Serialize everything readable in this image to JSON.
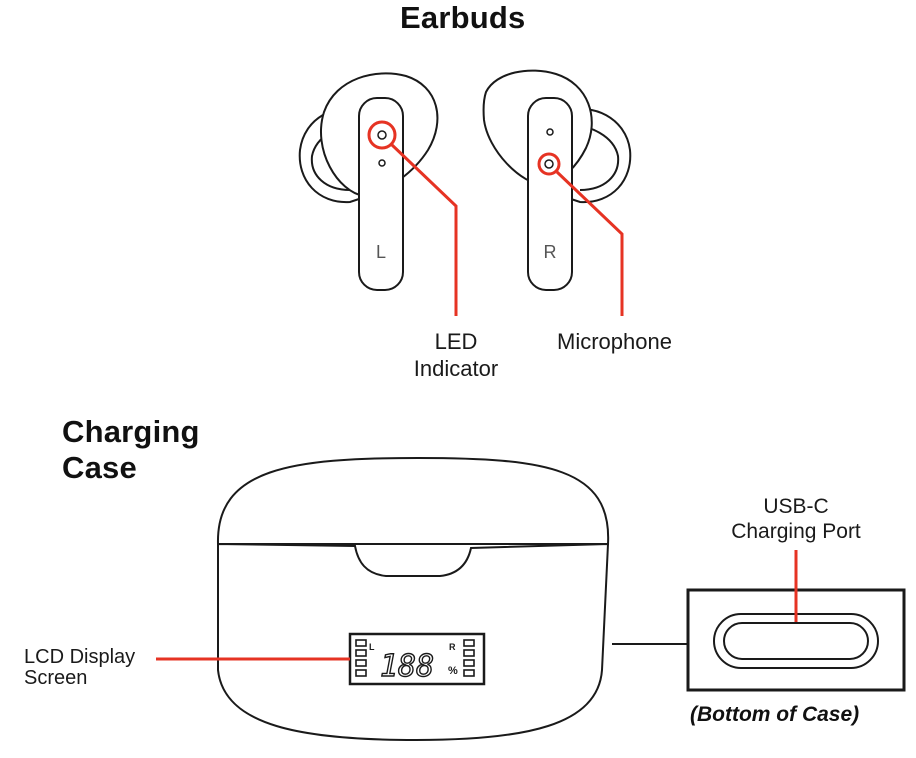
{
  "earbuds": {
    "heading": "Earbuds",
    "left_mark": "L",
    "right_mark": "R",
    "led_label_line1": "LED",
    "led_label_line2": "Indicator",
    "mic_label": "Microphone"
  },
  "case": {
    "heading_line1": "Charging",
    "heading_line2": "Case",
    "lcd_label_line1": "LCD Display",
    "lcd_label_line2": "Screen",
    "lcd_digits": "188",
    "lcd_left_mark": "L",
    "lcd_right_mark": "R",
    "lcd_percent": "%",
    "usb_label_line1": "USB-C",
    "usb_label_line2": "Charging Port",
    "bottom_caption": "(Bottom of Case)"
  },
  "colors": {
    "callout": "#e63323",
    "outline": "#1a1a1a"
  }
}
